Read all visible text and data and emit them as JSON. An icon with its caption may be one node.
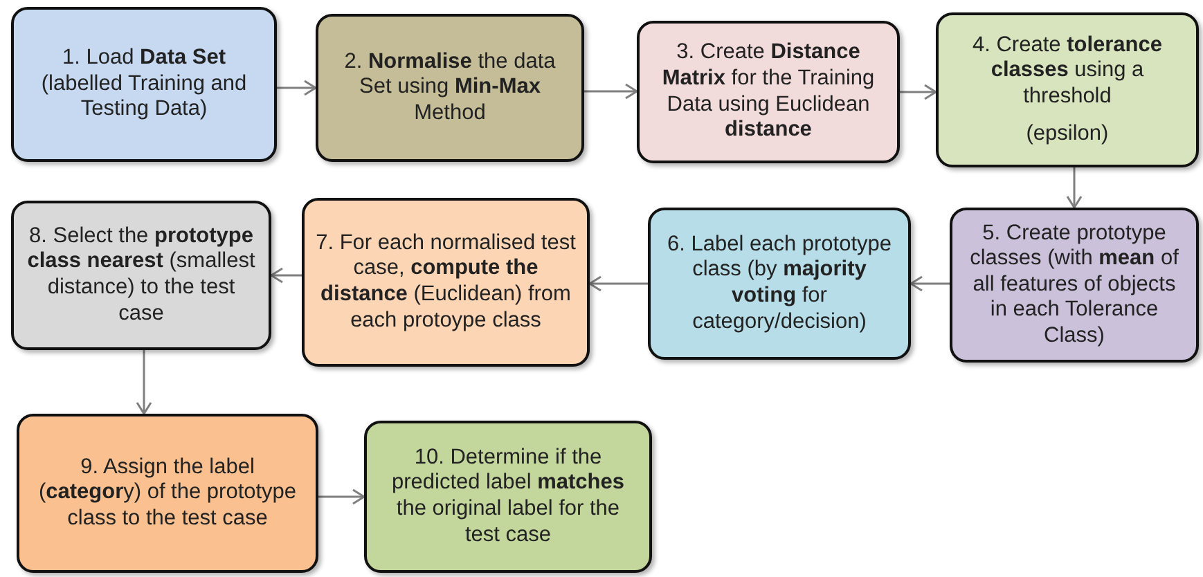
{
  "diagram": {
    "nodes": [
      {
        "text": [
          "1. Load **Data Set** (labelled Training and Testing Data)"
        ]
      },
      {
        "text": [
          "2. **Normalise** the data Set using **Min-Max** Method"
        ]
      },
      {
        "text": [
          "3. Create **Distance Matrix** for the Training Data using Euclidean **distance**"
        ]
      },
      {
        "text": [
          "4. Create **tolerance classes** using a threshold",
          "(epsilon)"
        ]
      },
      {
        "text": [
          "5. Create prototype classes (with **mean** of all features of objects in each Tolerance Class)"
        ]
      },
      {
        "text": [
          "6. Label each prototype class (by **majority voting** for category/decision)"
        ]
      },
      {
        "text": [
          "7. For each normalised test case, **compute the distance** (Euclidean) from each protoype class"
        ]
      },
      {
        "text": [
          "8. Select the **prototype class nearest** (smallest distance) to the test case"
        ]
      },
      {
        "text": [
          "9. Assign the label (**categor**y) of the prototype class to the test case"
        ]
      },
      {
        "text": [
          "10. Determine if the predicted label **matches** the original label for the test case"
        ]
      }
    ],
    "edges": [
      {
        "from": 0,
        "to": 1,
        "arrow": "to"
      },
      {
        "from": 1,
        "to": 2,
        "arrow": "to"
      },
      {
        "from": 2,
        "to": 3,
        "arrow": "to"
      },
      {
        "from": 3,
        "to": 4,
        "arrow": "to"
      },
      {
        "from": 4,
        "to": 5,
        "arrow": "to"
      },
      {
        "from": 5,
        "to": 6,
        "arrow": "to"
      },
      {
        "from": 6,
        "to": 7,
        "arrow": "to"
      },
      {
        "from": 7,
        "to": 8,
        "arrow": "to"
      },
      {
        "from": 8,
        "to": 9,
        "arrow": "to"
      }
    ]
  }
}
